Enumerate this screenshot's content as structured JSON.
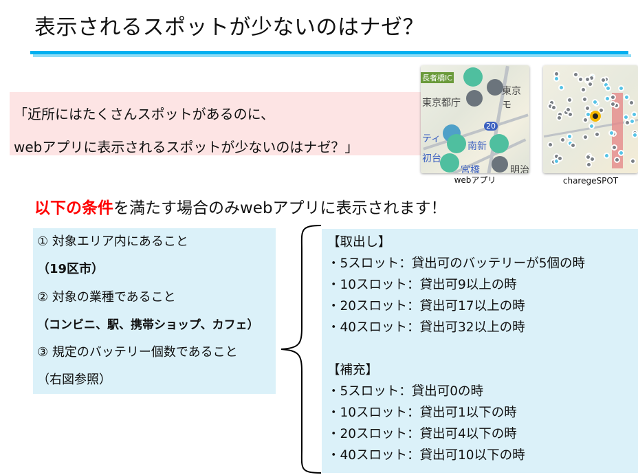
{
  "title": "表示されるスポットが少ないのはナゼ？",
  "quote": {
    "line1": "「近所にはたくさんスポットがあるのに、",
    "line2": "webアプリに表示されるスポットが少ないのはナゼ？」"
  },
  "maps": [
    {
      "caption": "webアプリ",
      "labels": [
        "長者橋IC",
        "東京都庁",
        "東京モ",
        "南新",
        "初台",
        "宮橋",
        "明治",
        "ティ",
        "20"
      ]
    },
    {
      "caption": "charegeSPOT"
    }
  ],
  "colors": {
    "accent": "#00b0f0",
    "accent_light": "#8fdcf6",
    "highlight": "#ff0000",
    "box": "#dbf1f9",
    "quote_box": "#fde4e4",
    "pin_green": "#4fbf9f"
  },
  "condition_heading": {
    "highlight": "以下の条件",
    "rest": "を満たす場合のみwebアプリに表示されます！"
  },
  "conditions": [
    "① 対象エリア内にあること",
    "（19区市）",
    "② 対象の業種であること",
    "（コンビニ、駅、携帯ショップ、カフェ）",
    "③ 規定のバッテリー個数であること",
    "（右図参照）"
  ],
  "rules": {
    "takeout_title": "【取出し】",
    "takeout": [
      "・5スロット：貸出可のバッテリーが5個の時",
      "・10スロット：貸出可9以上の時",
      "・20スロット：貸出可17以上の時",
      "・40スロット：貸出可32以上の時"
    ],
    "refill_title": "【補充】",
    "refill": [
      "・5スロット：貸出可0の時",
      "・10スロット：貸出可1以下の時",
      "・20スロット：貸出可4以下の時",
      "・40スロット：貸出可10以下の時"
    ]
  }
}
